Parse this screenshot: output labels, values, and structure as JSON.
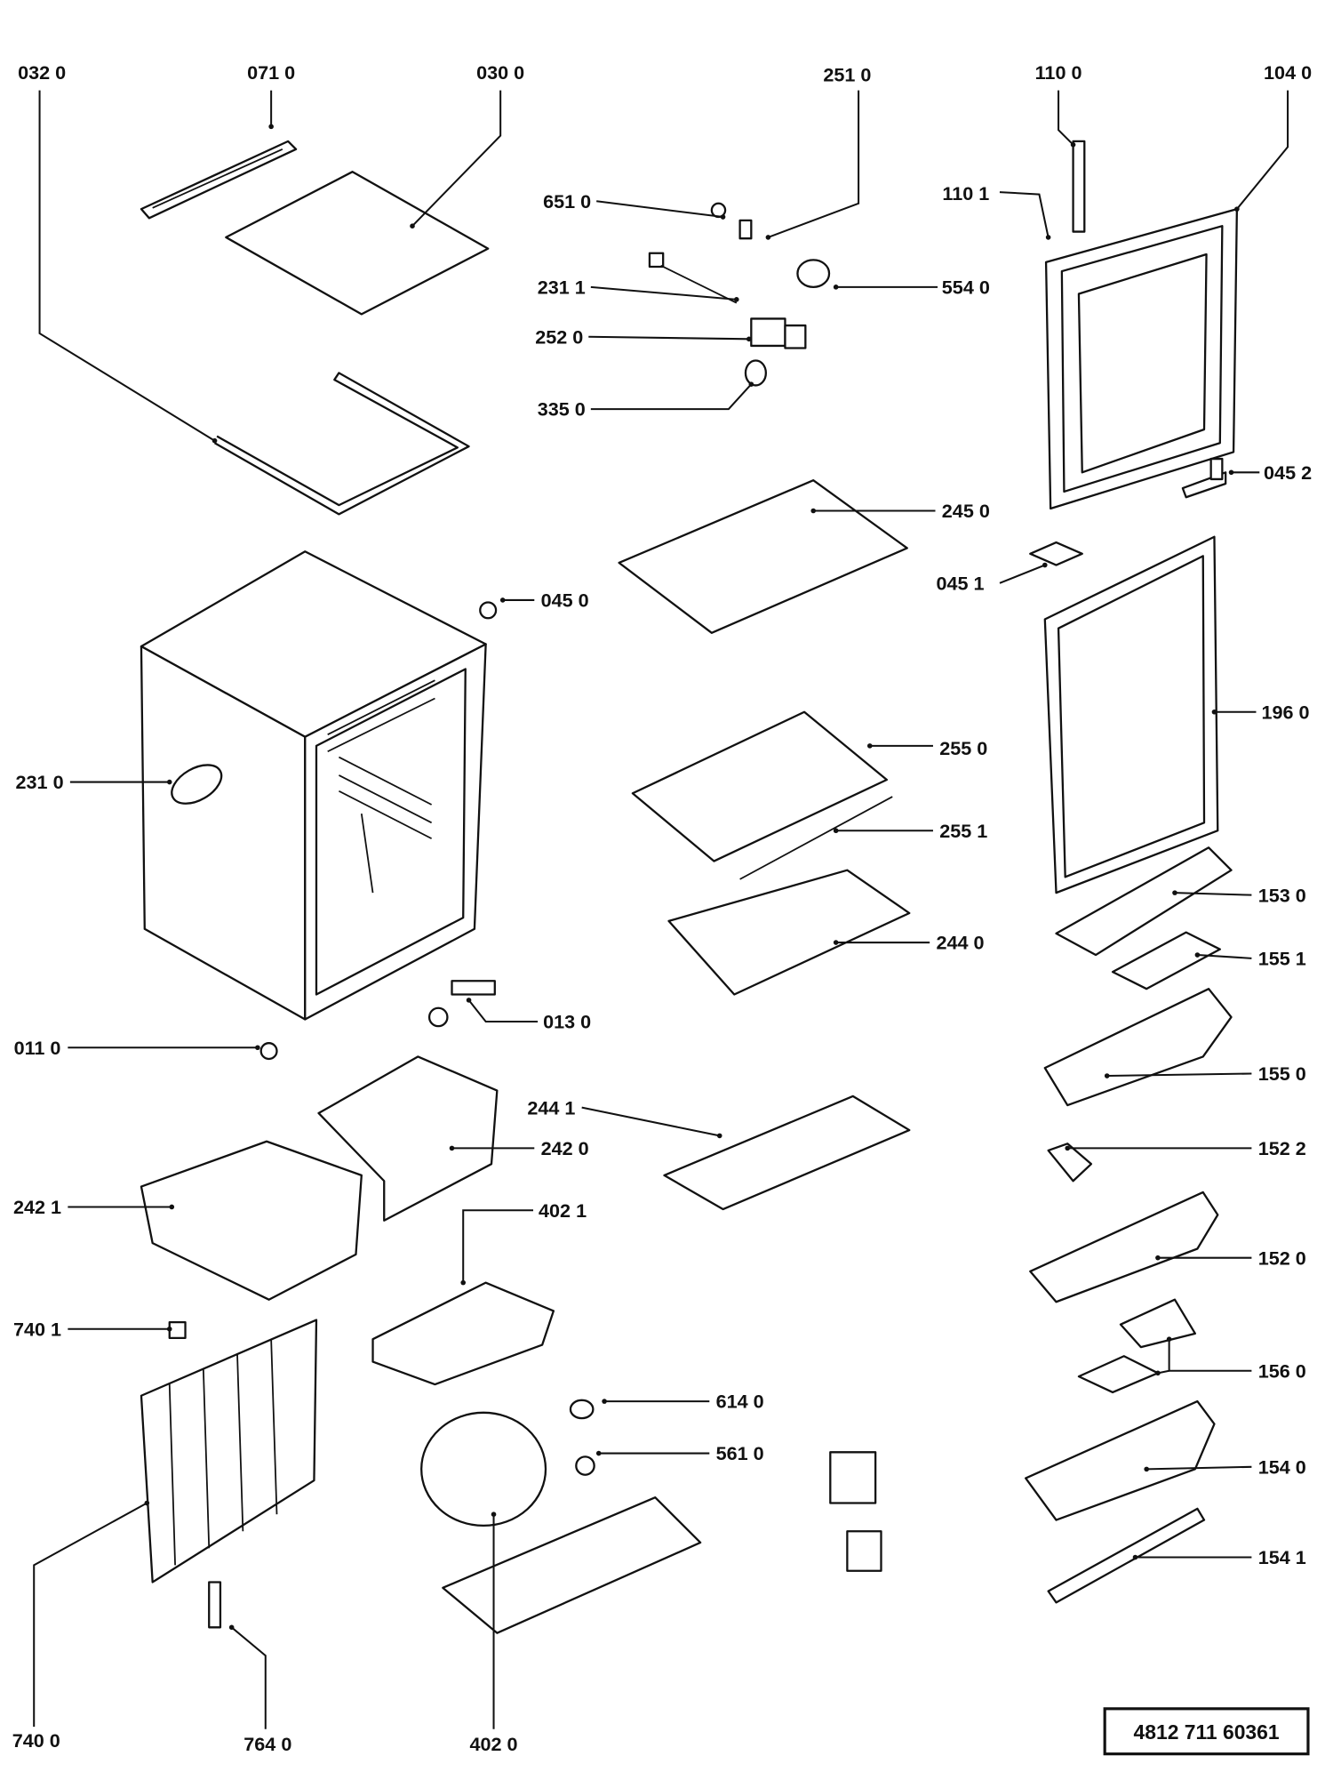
{
  "part_labels": [
    "032 0",
    "071 0",
    "030 0",
    "251 0",
    "110 0",
    "104 0",
    "651 0",
    "110 1",
    "231 1",
    "554 0",
    "252 0",
    "335 0",
    "045 2",
    "245 0",
    "045 0",
    "045 1",
    "196 0",
    "231 0",
    "255 0",
    "255 1",
    "153 0",
    "244 0",
    "155 1",
    "013 0",
    "011 0",
    "155 0",
    "244 1",
    "242 0",
    "152 2",
    "242 1",
    "402 1",
    "152 0",
    "740 1",
    "156 0",
    "614 0",
    "561 0",
    "154 0",
    "154 1",
    "740 0",
    "764 0",
    "402 0"
  ],
  "drawing_code": "4812 711 60361"
}
